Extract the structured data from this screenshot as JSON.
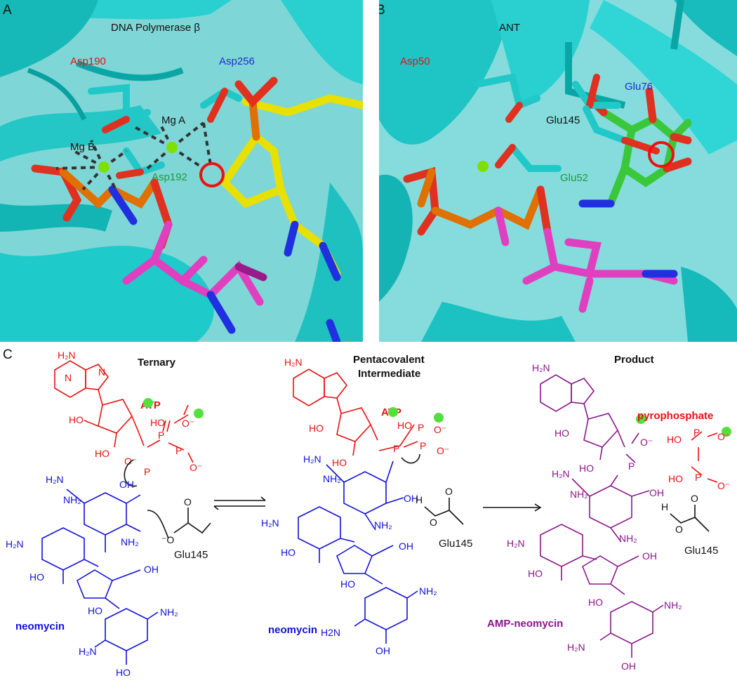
{
  "panels": {
    "A": {
      "letter": "A",
      "title": "DNA Polymerase β",
      "labels": {
        "asp190": "Asp190",
        "asp256": "Asp256",
        "asp192": "Asp192",
        "mga": "Mg A",
        "mgb": "Mg B"
      }
    },
    "B": {
      "letter": "B",
      "title": "ANT",
      "labels": {
        "asp50": "Asp50",
        "glu76": "Glu76",
        "glu145": "Glu145",
        "glu52": "Glu52"
      }
    },
    "C": {
      "letter": "C",
      "stages": [
        {
          "heading": [
            "Ternary"
          ],
          "nucleotide": "ATP",
          "acceptor": "neomycin",
          "base_residue": "Glu145"
        },
        {
          "heading": [
            "Pentacovalent",
            "Intermediate"
          ],
          "nucleotide": "ATP",
          "acceptor": "neomycin",
          "base_residue": "Glu145"
        },
        {
          "heading": [
            "Product"
          ],
          "leaving_group": "pyrophosphate",
          "acceptor": "AMP-neomycin",
          "base_residue": "Glu145"
        }
      ],
      "atoms": {
        "h2n": "H₂N",
        "nh2": "NH₂",
        "h2n_plain": "H2N",
        "ho": "HO",
        "oh": "OH",
        "o": "O",
        "o_minus": "O⁻",
        "minus_o": "⁻O",
        "p": "P",
        "n": "N",
        "h": "H"
      }
    }
  },
  "colors": {
    "protein_cyan": "#20c8c8",
    "carbon_yellow": "#e8e000",
    "carbon_magenta": "#e040c0",
    "carbon_green": "#3ac83a",
    "phosphorus_orange": "#e07000",
    "oxygen_red": "#e03020",
    "nitrogen_blue": "#2030e0",
    "mg_green": "#7ee000",
    "atp_red": "#e81010",
    "neomycin_blue": "#1010d8",
    "amp_purple": "#8a168a",
    "label_red": "#e81010",
    "label_blue": "#1f2ad6",
    "label_green": "#1c9a3c",
    "highlight_circle": "#ee1010"
  }
}
